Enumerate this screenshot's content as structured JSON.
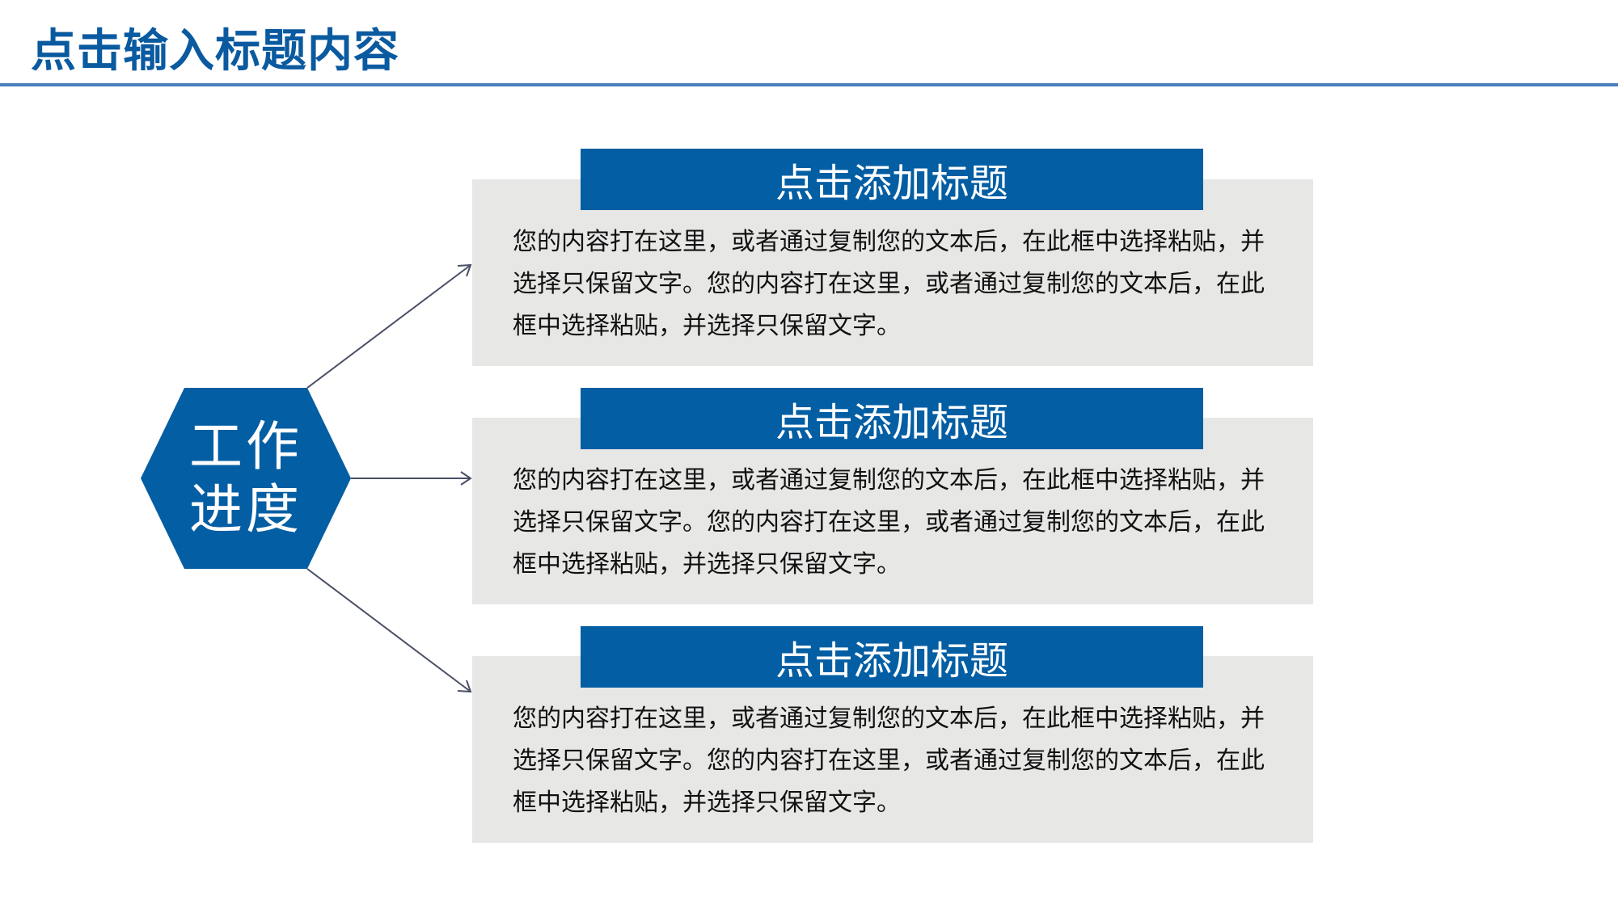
{
  "header": {
    "title": "点击输入标题内容"
  },
  "center_node": {
    "line1": "工作",
    "line2": "进度",
    "icon": "hexagon-shape",
    "color": "#035ea3"
  },
  "colors": {
    "accent": "#035ea3",
    "title": "#0a5aa0",
    "rule": "#4a7ebb",
    "card_bg": "#e7e7e6",
    "connector": "#4a4f66"
  },
  "cards": [
    {
      "title": "点击添加标题",
      "body": "您的内容打在这里，或者通过复制您的文本后，在此框中选择粘贴，并选择只保留文字。您的内容打在这里，或者通过复制您的文本后，在此框中选择粘贴，并选择只保留文字。"
    },
    {
      "title": "点击添加标题",
      "body": "您的内容打在这里，或者通过复制您的文本后，在此框中选择粘贴，并选择只保留文字。您的内容打在这里，或者通过复制您的文本后，在此框中选择粘贴，并选择只保留文字。"
    },
    {
      "title": "点击添加标题",
      "body": "您的内容打在这里，或者通过复制您的文本后，在此框中选择粘贴，并选择只保留文字。您的内容打在这里，或者通过复制您的文本后，在此框中选择粘贴，并选择只保留文字。"
    }
  ]
}
